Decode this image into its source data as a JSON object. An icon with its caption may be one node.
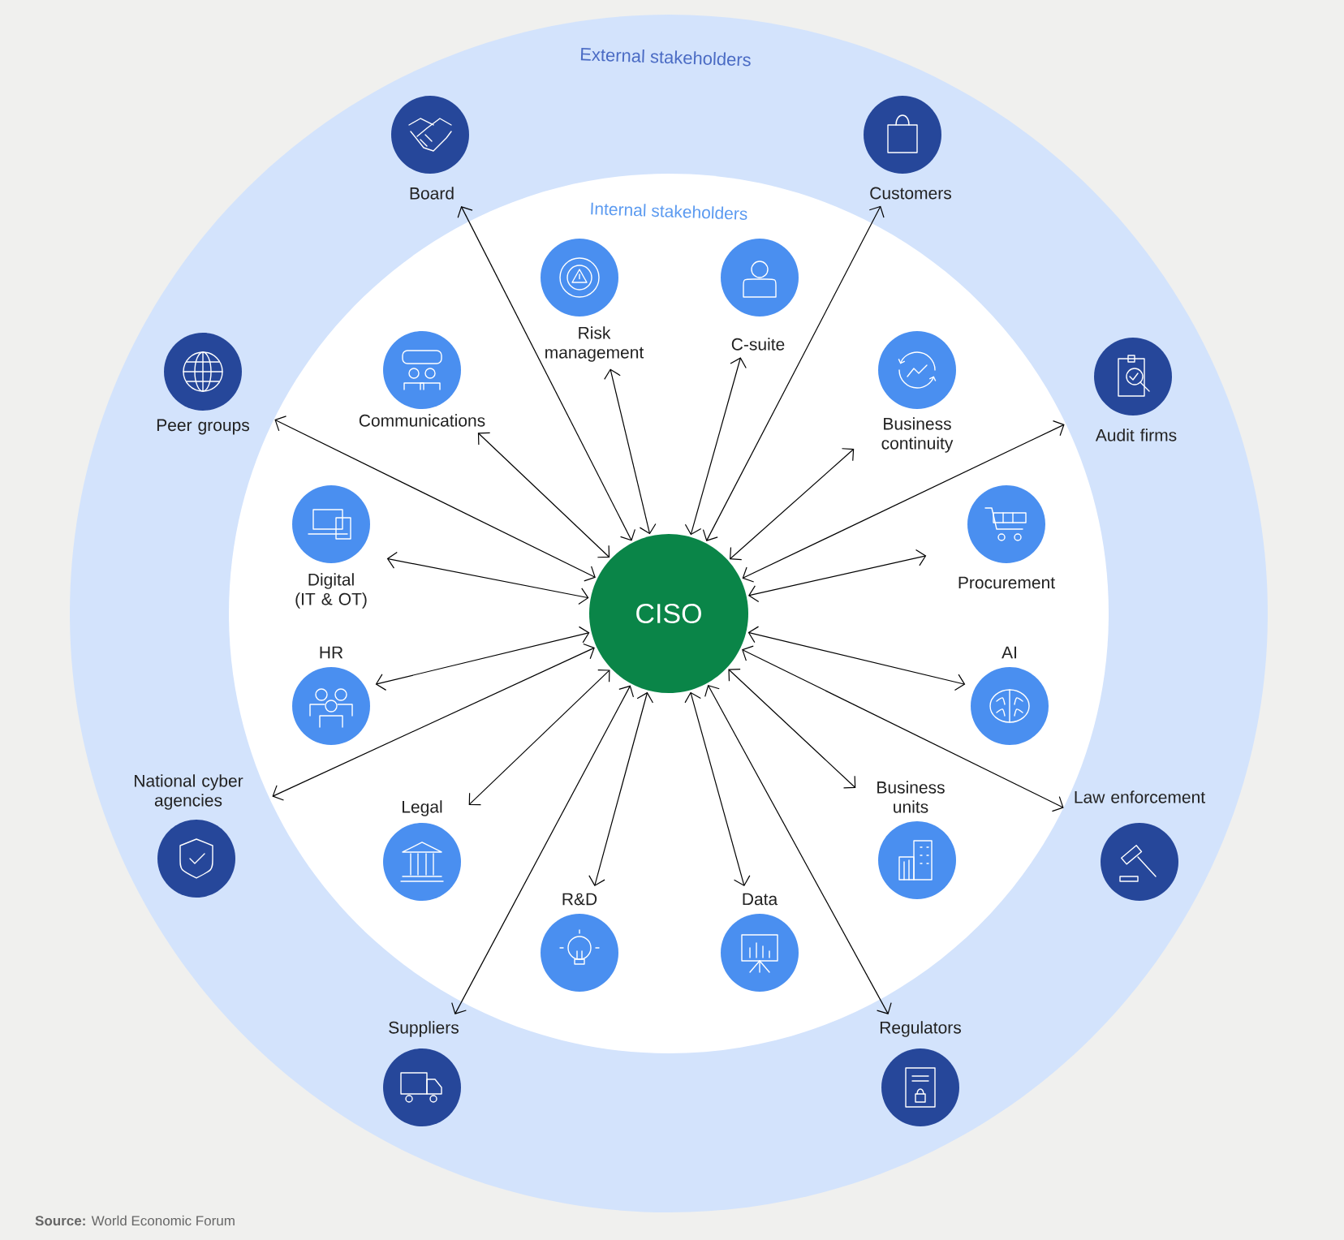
{
  "diagram": {
    "nodes": [
      {
        "text": [
          "External stakeholders"
        ]
      },
      {
        "text": [
          "Internal stakeholders"
        ],
        "in": 0
      },
      {
        "text": [
          "CISO"
        ],
        "in": 1
      },
      {
        "text": [
          "Board"
        ],
        "in": 0
      },
      {
        "text": [
          "Customers"
        ],
        "in": 0
      },
      {
        "text": [
          "Risk management"
        ],
        "in": 1
      },
      {
        "text": [
          "C-suite"
        ],
        "in": 1
      },
      {
        "text": [
          "Peer groups"
        ],
        "in": 0
      },
      {
        "text": [
          "Communications"
        ],
        "in": 1
      },
      {
        "text": [
          "Business continuity"
        ],
        "in": 1
      },
      {
        "text": [
          "Audit firms"
        ],
        "in": 0
      },
      {
        "text": [
          "Digital (IT & OT)"
        ],
        "in": 1
      },
      {
        "text": [
          "Procurement"
        ],
        "in": 1
      },
      {
        "text": [
          "HR"
        ],
        "in": 1
      },
      {
        "text": [
          "AI"
        ],
        "in": 1
      },
      {
        "text": [
          "National cyber agencies"
        ],
        "in": 0
      },
      {
        "text": [
          "Legal"
        ],
        "in": 1
      },
      {
        "text": [
          "Business units"
        ],
        "in": 1
      },
      {
        "text": [
          "Law enforcement"
        ],
        "in": 0
      },
      {
        "text": [
          "R&D"
        ],
        "in": 1
      },
      {
        "text": [
          "Data"
        ],
        "in": 1
      },
      {
        "text": [
          "Suppliers"
        ],
        "in": 0
      },
      {
        "text": [
          "Regulators"
        ],
        "in": 0
      }
    ],
    "edges": [
      {
        "from": 2,
        "to": 3,
        "arrow": "both"
      },
      {
        "from": 2,
        "to": 4,
        "arrow": "both"
      },
      {
        "from": 2,
        "to": 5,
        "arrow": "both"
      },
      {
        "from": 2,
        "to": 6,
        "arrow": "both"
      },
      {
        "from": 2,
        "to": 7,
        "arrow": "both"
      },
      {
        "from": 2,
        "to": 8,
        "arrow": "both"
      },
      {
        "from": 2,
        "to": 9,
        "arrow": "both"
      },
      {
        "from": 2,
        "to": 10,
        "arrow": "both"
      },
      {
        "from": 2,
        "to": 11,
        "arrow": "both"
      },
      {
        "from": 2,
        "to": 12,
        "arrow": "both"
      },
      {
        "from": 2,
        "to": 13,
        "arrow": "both"
      },
      {
        "from": 2,
        "to": 14,
        "arrow": "both"
      },
      {
        "from": 2,
        "to": 15,
        "arrow": "both"
      },
      {
        "from": 2,
        "to": 16,
        "arrow": "both"
      },
      {
        "from": 2,
        "to": 17,
        "arrow": "both"
      },
      {
        "from": 2,
        "to": 18,
        "arrow": "both"
      },
      {
        "from": 2,
        "to": 19,
        "arrow": "both"
      },
      {
        "from": 2,
        "to": 20,
        "arrow": "both"
      },
      {
        "from": 2,
        "to": 21,
        "arrow": "both"
      },
      {
        "from": 2,
        "to": 22,
        "arrow": "both"
      }
    ],
    "labels": [
      "**Source:** World Economic Forum"
    ]
  }
}
